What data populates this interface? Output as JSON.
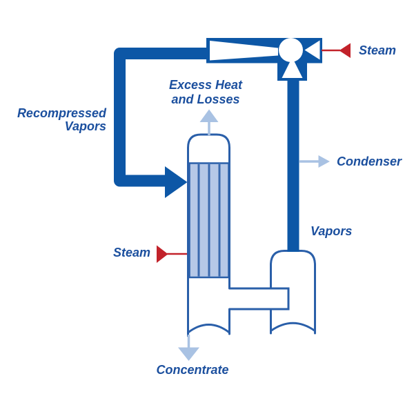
{
  "colors": {
    "pipe_blue": "#0d57a6",
    "outline_blue": "#2a5fa9",
    "tube_fill": "#b6c8e7",
    "tube_stripe": "#3a69ae",
    "light_blue": "#a9c2e3",
    "red": "#c2222a",
    "text_blue": "#1b4f9e"
  },
  "labels": {
    "recompressed_vapors": {
      "line1": "Recompressed",
      "line2": "Vapors"
    },
    "excess_heat": {
      "line1": "Excess Heat",
      "line2": "and Losses"
    },
    "steam_top": "Steam",
    "steam_left": "Steam",
    "condenser": "Condenser",
    "vapors": "Vapors",
    "concentrate": "Concentrate"
  }
}
